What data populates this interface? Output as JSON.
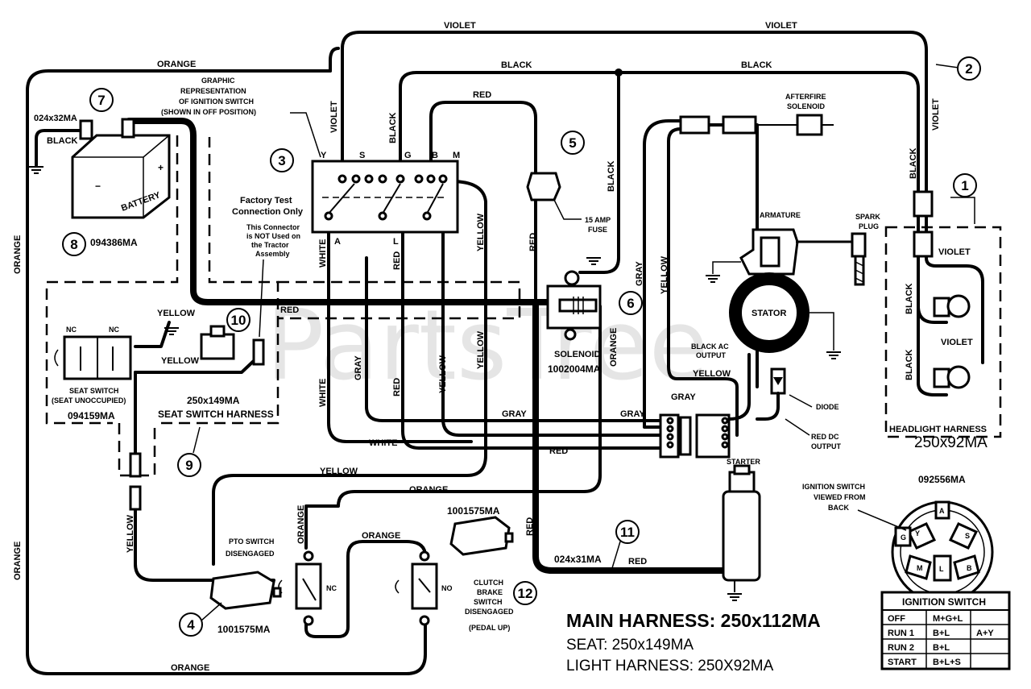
{
  "watermark": "PartsTree",
  "wire_labels": {
    "violet_top_left": "VIOLET",
    "violet_top_right": "VIOLET",
    "black_top_left": "BLACK",
    "black_top_right": "BLACK",
    "orange_top": "ORANGE",
    "orange_left": "ORANGE",
    "orange_left_low": "ORANGE",
    "orange_bottom": "ORANGE",
    "orange_mid": "ORANGE",
    "orange_pto": "ORANGE",
    "orange_pto_vertical": "ORANGE",
    "orange_solenoid": "ORANGE",
    "red_top": "RED",
    "red_main": "RED",
    "red_vert_fuse": "RED",
    "red_vert_1": "RED",
    "red_vert_2": "RED",
    "red_lower": "RED",
    "red_starter": "RED",
    "red_starter_vert": "RED",
    "violet_vert_switch": "VIOLET",
    "black_vert_switch": "BLACK",
    "black_vert_fuse": "BLACK",
    "black_vert_right": "BLACK",
    "violet_vert_right": "VIOLET",
    "white_1": "WHITE",
    "white_2": "WHITE",
    "white_bottom": "WHITE",
    "yellow_1": "YELLOW",
    "yellow_2": "YELLOW",
    "yellow_3": "YELLOW",
    "yellow_4": "YELLOW",
    "yellow_seat": "YELLOW",
    "yellow_seat2": "YELLOW",
    "yellow_bottom": "YELLOW",
    "yellow_left": "YELLOW",
    "yellow_stator": "YELLOW",
    "gray_1": "GRAY",
    "gray_2": "GRAY",
    "gray_3": "GRAY",
    "gray_4": "GRAY",
    "gray_stator": "GRAY",
    "black_battery": "BLACK",
    "violet_headlight_1": "VIOLET",
    "violet_headlight_2": "VIOLET",
    "black_headlight_1": "BLACK",
    "black_headlight_2": "BLACK"
  },
  "components": {
    "battery": {
      "label": "BATTERY",
      "part": "094386MA",
      "callout": "8",
      "cable_part": "024x32MA",
      "cable_callout": "7",
      "minus": "−",
      "plus": "+"
    },
    "ignition_switch": {
      "callout": "3",
      "caption_line1": "GRAPHIC",
      "caption_line2": "REPRESENTATION",
      "caption_line3": "OF IGNITION SWITCH",
      "caption_line4": "(SHOWN IN OFF POSITION)",
      "terminals": [
        "Y",
        "S",
        "G",
        "B",
        "M"
      ],
      "terminal_a": "A",
      "terminal_l": "L"
    },
    "factory_test": {
      "title_line1": "Factory Test",
      "title_line2": "Connection Only",
      "note_line1": "This Connector",
      "note_line2": "is NOT Used on",
      "note_line3": "the Tractor",
      "note_line4": "Assembly",
      "callout": "10"
    },
    "seat_switch": {
      "label_line1": "SEAT SWITCH",
      "label_line2": "(SEAT UNOCCUPIED)",
      "part": "094159MA",
      "nc1": "NC",
      "nc2": "NC"
    },
    "seat_harness": {
      "part": "250x149MA",
      "label": "SEAT SWITCH HARNESS",
      "callout": "9"
    },
    "fuse": {
      "callout": "5",
      "label_line1": "15 AMP",
      "label_line2": "FUSE"
    },
    "solenoid": {
      "label": "SOLENOID",
      "part": "1002004MA",
      "callout": "6"
    },
    "afterfire": {
      "label_line1": "AFTERFIRE",
      "label_line2": "SOLENOID"
    },
    "armature": {
      "label": "ARMATURE"
    },
    "spark_plug": {
      "label_line1": "SPARK",
      "label_line2": "PLUG"
    },
    "stator": {
      "label": "STATOR",
      "black_ac_line1": "BLACK AC",
      "black_ac_line2": "OUTPUT",
      "diode": "DIODE",
      "red_dc_line1": "RED DC",
      "red_dc_line2": "OUTPUT"
    },
    "headlight_harness": {
      "label": "HEADLIGHT HARNESS",
      "part": "250x92MA",
      "callout": "1"
    },
    "violet_lead": {
      "callout": "2"
    },
    "starter": {
      "label": "STARTER",
      "cable_part": "024x31MA",
      "cable_callout": "11"
    },
    "pto_switch": {
      "label_line1": "PTO SWITCH",
      "label_line2": "DISENGAGED",
      "part": "1001575MA",
      "callout": "4",
      "contact": "NC"
    },
    "clutch_switch": {
      "label_line1": "CLUTCH",
      "label_line2": "BRAKE",
      "label_line3": "SWITCH",
      "label_line4": "DISENGAGED",
      "label_line5": "(PEDAL UP)",
      "part": "1001575MA",
      "callout": "12",
      "contact": "NO"
    },
    "ignition_back": {
      "title_line1": "IGNITION SWITCH",
      "title_line2": "VIEWED FROM",
      "title_line3": "BACK",
      "part": "092556MA",
      "terminals": [
        "A",
        "Y",
        "S",
        "G",
        "B",
        "M",
        "L"
      ]
    }
  },
  "summary": {
    "main": "MAIN HARNESS: 250x112MA",
    "seat": "SEAT:  250x149MA",
    "light": "LIGHT HARNESS: 250X92MA"
  },
  "ignition_table": {
    "title": "IGNITION SWITCH",
    "rows": [
      {
        "pos": "OFF",
        "c1": "M+G+L",
        "c2": ""
      },
      {
        "pos": "RUN 1",
        "c1": "B+L",
        "c2": "A+Y"
      },
      {
        "pos": "RUN 2",
        "c1": "B+L",
        "c2": ""
      },
      {
        "pos": "START",
        "c1": "B+L+S",
        "c2": ""
      }
    ]
  }
}
